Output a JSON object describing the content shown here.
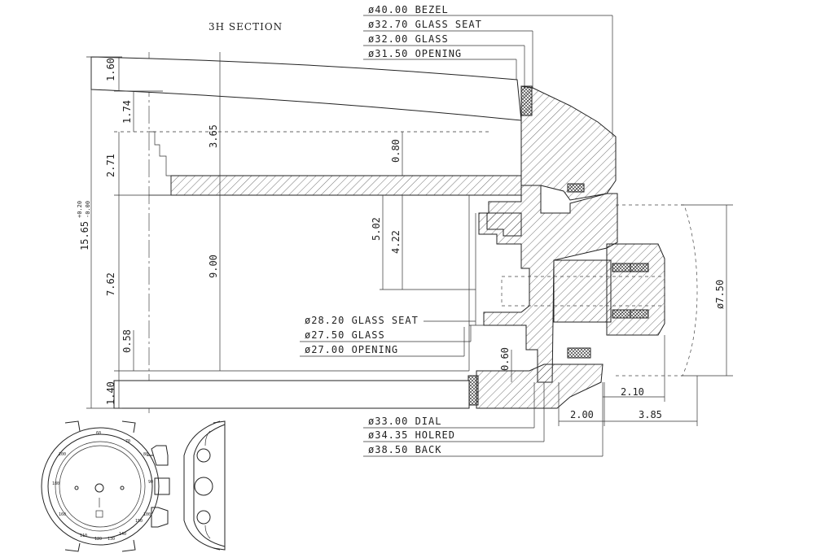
{
  "title": "3H SECTION",
  "callouts_top": [
    "ø40.00 BEZEL",
    "ø32.70 GLASS SEAT",
    "ø32.00 GLASS",
    "ø31.50 OPENING"
  ],
  "callouts_mid": [
    "ø28.20 GLASS SEAT",
    "ø27.50 GLASS",
    "ø27.00 OPENING"
  ],
  "callouts_bottom": [
    "ø33.00 DIAL",
    "ø34.35 HOLRED",
    "ø38.50 BACK"
  ],
  "dimensions": {
    "d_160": "1.60",
    "d_174": "1.74",
    "d_271": "2.71",
    "d_365": "3.65",
    "d_080": "0.80",
    "d_1565": "15.65",
    "d_1565_tol_plus": "+0.20",
    "d_1565_tol_minus": "-0.00",
    "d_502": "5.02",
    "d_422": "4.22",
    "d_762": "7.62",
    "d_900": "9.00",
    "d_058": "0.58",
    "d_060": "0.60",
    "d_140": "1.40",
    "d_750": "ø7.50",
    "d_210": "2.10",
    "d_200": "2.00",
    "d_385": "3.85"
  },
  "bezel_numbers": [
    "60",
    "70",
    "80",
    "90",
    "100",
    "110",
    "120",
    "130",
    "140",
    "150",
    "160",
    "180",
    "200"
  ]
}
